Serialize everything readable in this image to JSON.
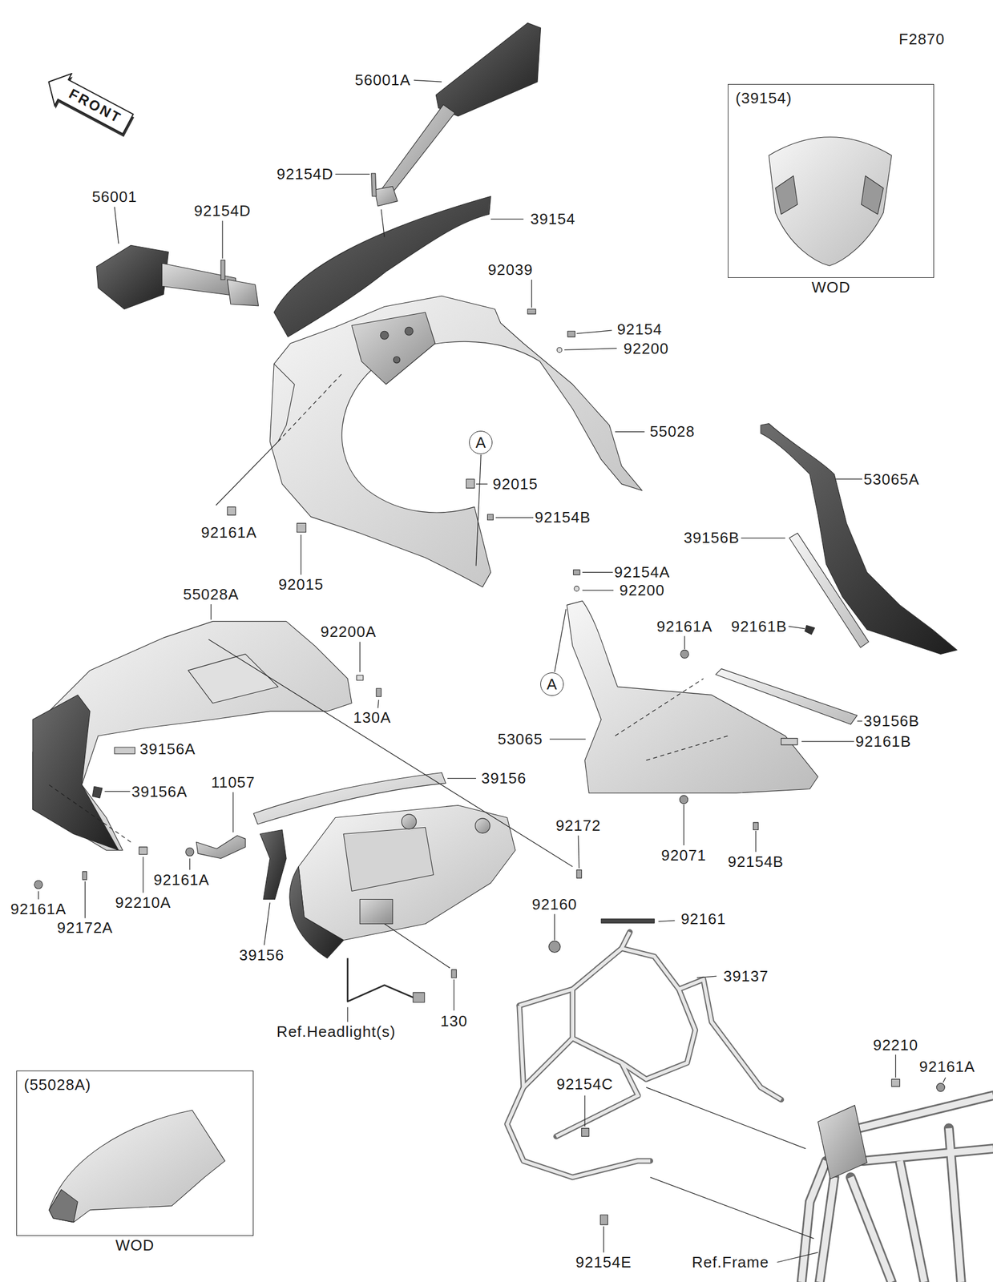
{
  "diagram": {
    "nodes": [
      {
        "text": [
          "FRONT"
        ]
      },
      {
        "text": [
          "(39154)",
          "WOD"
        ]
      },
      {
        "text": [
          "A"
        ]
      },
      {
        "text": [
          "A"
        ]
      },
      {
        "text": [
          "(55028A)",
          "WOD"
        ]
      }
    ],
    "labels": [
      "F2870",
      "56001A",
      "92154D",
      "56001",
      "92154D",
      "39154",
      "92039",
      "92154",
      "92200",
      "55028",
      "53065A",
      "92015",
      "92154B",
      "92161A",
      "39156B",
      "92154A",
      "92200",
      "92015",
      "55028A",
      "92161A",
      "92161B",
      "92200A",
      "130A",
      "39156B",
      "53065",
      "92161B",
      "39156A",
      "39156",
      "11057",
      "39156A",
      "92172",
      "92071",
      "92154B",
      "92161A",
      "92210A",
      "92160",
      "92161A",
      "92161",
      "92172A",
      "39156",
      "39137",
      "130",
      "Ref.Headlight(s)",
      "92210",
      "92161A",
      "92154C",
      "92154E",
      "Ref.Frame"
    ]
  }
}
